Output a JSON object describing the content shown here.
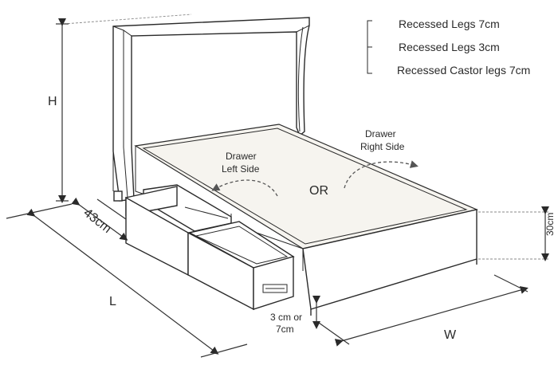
{
  "legend": {
    "items": [
      {
        "label": "Recessed Legs 7cm"
      },
      {
        "label": "Recessed Legs 3cm"
      },
      {
        "label": "Recessed Castor legs 7cm"
      }
    ]
  },
  "dimensions": {
    "height": "H",
    "depth_drawer": "43cm",
    "length": "L",
    "width": "W",
    "base_height": "30cm",
    "leg_gap_line1": "3 cm or",
    "leg_gap_line2": "7cm"
  },
  "labels": {
    "drawer_left_line1": "Drawer",
    "drawer_left_line2": "Left Side",
    "drawer_right_line1": "Drawer",
    "drawer_right_line2": "Right Side",
    "or": "OR"
  },
  "colors": {
    "line": "#2a2a2a",
    "mattress": "#f6f4ef",
    "background": "#ffffff"
  }
}
